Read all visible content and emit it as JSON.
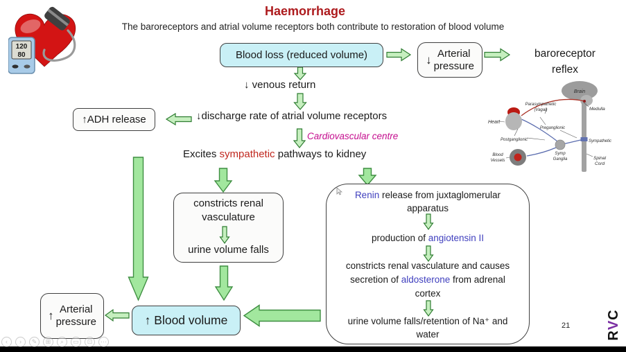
{
  "colors": {
    "title_red": "#ad1a1d",
    "highlight_red": "#c0271e",
    "magenta": "#c40d8e",
    "link_blue": "#3f3fbe",
    "arrow_green_fill": "#a2e79e",
    "arrow_green_stroke": "#2f7d32",
    "box_light_blue": "#c9f0f6",
    "logo_purple": "#7b2fa3"
  },
  "header": {
    "title": "Haemorrhage",
    "subtitle": "The baroreceptors and atrial volume receptors both contribute to restoration of blood volume"
  },
  "clipart": {
    "bp_top": "120",
    "bp_bottom": "80"
  },
  "flow": {
    "blood_loss": "Blood loss (reduced volume)",
    "arterial_top": {
      "arrow": "↓",
      "line1": "Arterial",
      "line2": "pressure"
    },
    "baroreceptor": {
      "line1": "baroreceptor",
      "line2": "reflex"
    },
    "venous_return": "↓ venous return",
    "adh": "↑ADH release",
    "discharge": "↓discharge rate of atrial volume receptors",
    "cardio_centre": "Cardiovascular centre",
    "excites": {
      "pre": "Excites ",
      "em": "sympathetic",
      "post": " pathways to kidney"
    },
    "constricts": {
      "line1": "constricts renal",
      "line2": "vasculature",
      "line3": "urine volume falls"
    },
    "renin": {
      "p1_em": "Renin",
      "p1_rest": " release from juxtaglomerular",
      "p1_line2": "apparatus",
      "p2_pre": "production of ",
      "p2_em": "angiotensin II",
      "p3_line1": "constricts renal vasculature and causes",
      "p3_pre": "secretion of ",
      "p3_em": "aldosterone",
      "p3_post": " from adrenal",
      "p3_line3": "cortex",
      "p4_line1": "urine volume falls/retention of Na⁺ and",
      "p4_line2": "water"
    },
    "blood_volume": "↑ Blood volume",
    "arterial_bottom": {
      "arrow": "↑",
      "line1": "Arterial",
      "line2": "pressure"
    }
  },
  "anatomy": {
    "brain": "Brain",
    "medulla": "Medulla",
    "heart": "Heart",
    "para1": "Parasympathetic",
    "para2": "(Vagal)",
    "preganglionic": "Preganglionic",
    "postganglionic": "Postganglionic",
    "vessels1": "Blood",
    "vessels2": "Vessels",
    "symp1": "Symp",
    "symp2": "Ganglia",
    "sympathetic": "Sympathetic",
    "spinal1": "Spinal",
    "spinal2": "Cord"
  },
  "footer": {
    "page": "21",
    "logo_r": "R",
    "logo_v": "V",
    "logo_c": "C"
  },
  "toolbar": {
    "icons": [
      {
        "name": "prev-slide-icon",
        "glyph": "‹"
      },
      {
        "name": "next-slide-icon",
        "glyph": "›"
      },
      {
        "name": "pen-tool-icon",
        "glyph": "✎"
      },
      {
        "name": "all-slides-icon",
        "glyph": "⊞"
      },
      {
        "name": "zoom-tool-icon",
        "glyph": "⌕"
      },
      {
        "name": "display-icon",
        "glyph": "▭"
      },
      {
        "name": "camera-icon",
        "glyph": "⊡"
      },
      {
        "name": "more-options-icon",
        "glyph": "⋯"
      }
    ]
  }
}
